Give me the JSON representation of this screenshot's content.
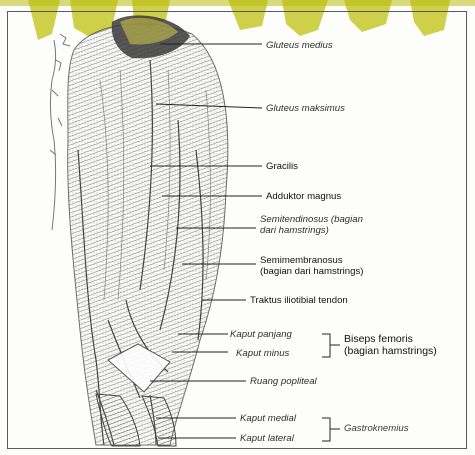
{
  "labels": {
    "gluteus_medius": "Gluteus medius",
    "gluteus_maksimus": "Gluteus maksimus",
    "gracilis": "Gracilis",
    "adduktor_magnus": "Adduktor magnus",
    "semitendinosus_line1": "Semitendinosus (bagian",
    "semitendinosus_line2": "dari hamstrings)",
    "semimembranosus_line1": "Semimembranosus",
    "semimembranosus_line2": "(bagian dari hamstrings)",
    "traktus": "Traktus iliotibial tendon",
    "kaput_panjang": "Kaput panjang",
    "kaput_minus": "Kaput minus",
    "biseps_line1": "Biseps femoris",
    "biseps_line2": "(bagian hamstrings)",
    "ruang_popliteal": "Ruang popliteal",
    "kaput_medial": "Kaput medial",
    "kaput_lateral": "Kaput lateral",
    "gastroknemius": "Gastroknemius"
  },
  "colors": {
    "watermark": "#c4c800",
    "ink": "#3a3a3a",
    "paper": "#fdfdfb"
  }
}
